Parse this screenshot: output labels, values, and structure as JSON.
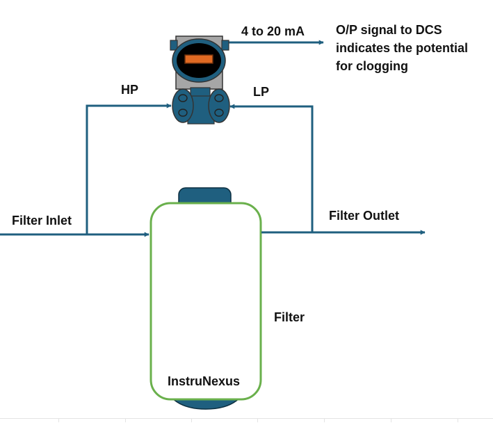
{
  "colors": {
    "line": "#1f5f7f",
    "vessel_fill": "#ffffff",
    "vessel_border": "#6ab04c",
    "dome_fill": "#1f5f7f",
    "transmitter_body": "#1f5f7f",
    "transmitter_head": "#000000",
    "display_window": "#e06a23",
    "housing_grey": "#a6a6a6",
    "text": "#111111"
  },
  "labels": {
    "signal_range": "4 to 20 mA",
    "signal_note_lines": [
      "O/P signal to DCS",
      "indicates the potential",
      "for clogging"
    ],
    "hp": "HP",
    "lp": "LP",
    "filter_inlet": "Filter Inlet",
    "filter_outlet": "Filter Outlet",
    "filter": "Filter",
    "brand": "InstruNexus"
  },
  "icons": {
    "transmitter": "dp-transmitter-icon",
    "vessel": "filter-vessel-icon"
  }
}
